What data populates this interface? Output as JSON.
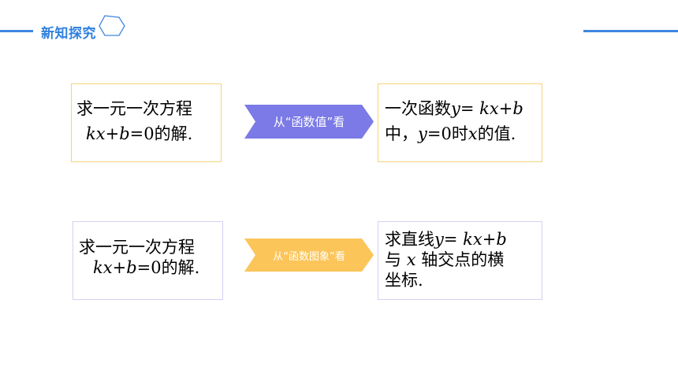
{
  "header": {
    "title": "新知探究"
  },
  "colors": {
    "accent_blue": "#3f86e0",
    "arrow_purple": "#7b7ae6",
    "arrow_yellow": "#fbc55a",
    "border_yellow": "#f6d37a",
    "border_purple": "#d3d1f2"
  },
  "icons": {
    "header_decoration": "hexagon-outline-icon"
  },
  "row1": {
    "left": {
      "line1": "求一元一次方程",
      "eq_k": "kx",
      "eq_plus": "+",
      "eq_b": "b",
      "eq_rest": "=0的解."
    },
    "arrow_label": "从“函数值”看",
    "right": {
      "line1_text": "一次函数",
      "y": "y",
      "eq": "= ",
      "kx": "kx",
      "plus": "+",
      "b": "b",
      "line2_prefix": "中，",
      "y2": "y",
      "line2_mid": "=0时",
      "x": "x",
      "line2_suffix": "的值."
    }
  },
  "row2": {
    "left": {
      "line1": "求一元一次方程",
      "eq_k": "kx",
      "eq_plus": "+",
      "eq_b": "b",
      "eq_rest": "=0的解."
    },
    "arrow_label": "从“函数图象”看",
    "right": {
      "line1_text": "求直线",
      "y": "y",
      "eq": "= ",
      "kx": "kx",
      "plus": "+",
      "b": "b",
      "line2_prefix": "与 ",
      "x": "x",
      "line2_suffix": " 轴交点的横",
      "line3": "坐标."
    }
  }
}
